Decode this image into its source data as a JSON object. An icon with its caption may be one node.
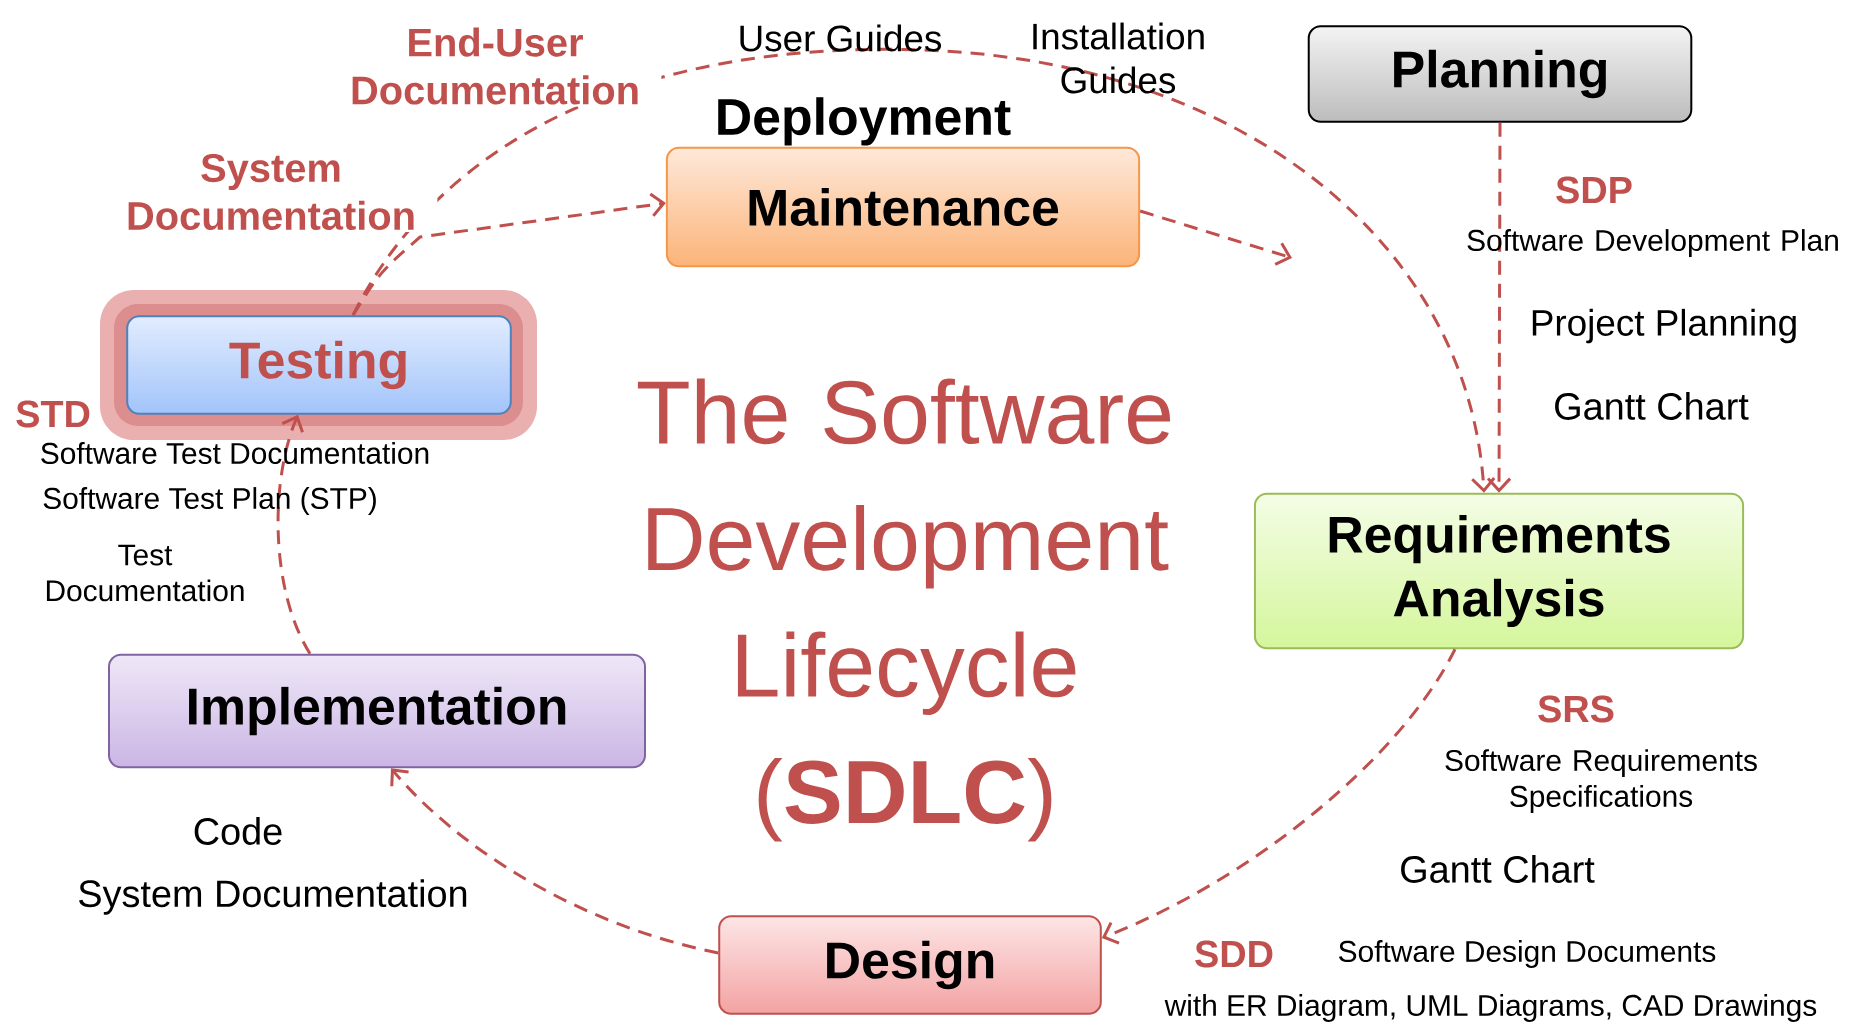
{
  "diagram": {
    "title": "The Software Development Lifecycle (**SDLC**)",
    "nodes": [
      {
        "text": [
          "Planning"
        ],
        "beside": [
          "SDP",
          "Software Development Plan",
          "Project Planning",
          "Gantt  Chart"
        ]
      },
      {
        "text": [
          "Requirements Analysis"
        ],
        "beside": [
          "SRS",
          "Software Requirements Specifications",
          "Gantt  Chart"
        ]
      },
      {
        "text": [
          "Design"
        ],
        "beside": [
          "SDD",
          "Software Design Documents",
          "with ER Diagram, UML Diagrams, CAD Drawings"
        ]
      },
      {
        "text": [
          "Implementation"
        ],
        "beside": [
          "Code",
          "System Documentation"
        ]
      },
      {
        "text": [
          "Testing"
        ],
        "beside": [
          "STD",
          "Software Test Documentation",
          "Software Test Plan (STP)",
          "Test Documentation"
        ]
      },
      {
        "text": [
          "Deployment",
          "Maintenance"
        ]
      }
    ],
    "edges": [
      {
        "from": 0,
        "to": 1,
        "arrow": "to"
      },
      {
        "from": 1,
        "to": 2,
        "arrow": "to"
      },
      {
        "from": 2,
        "to": 3,
        "arrow": "to"
      },
      {
        "from": 3,
        "to": 4,
        "arrow": "to"
      },
      {
        "from": 4,
        "to": 5,
        "arrow": "to",
        "label": "System Documentation"
      },
      {
        "from": 4,
        "to": 1,
        "arrow": "to",
        "label": "End-User Documentation"
      },
      {
        "from": 5,
        "to": null,
        "arrow": "to"
      }
    ],
    "labels": [
      "User Guides",
      "Installation Guides"
    ]
  }
}
